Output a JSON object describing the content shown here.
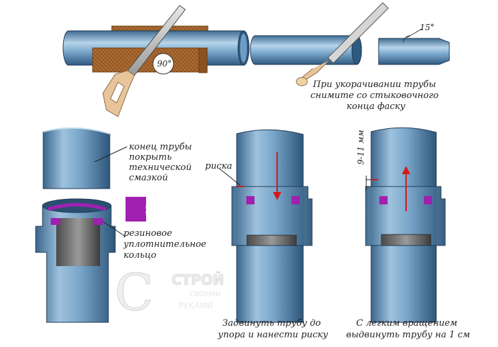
{
  "labels": {
    "angle_saw": "90°",
    "angle_chamfer": "15°",
    "chamfer_note": [
      "При укорачивании трубы",
      "снимите со стыковочного",
      "конца фаску"
    ],
    "grease_note": [
      "конец трубы",
      "покрыть",
      "технической",
      "смазкой"
    ],
    "ring_note": [
      "резиновое",
      "уплотнительное",
      "кольцо"
    ],
    "mark": "риска",
    "gap": "9-11 мм",
    "step3_caption": [
      "Задвинуть трубу до",
      "упора и нанести риску"
    ],
    "step4_caption": [
      "С легким вращением",
      "выдвинуть трубу на 1 см"
    ]
  },
  "watermark": {
    "brand_letter": "С",
    "line1": "СТРОЙ",
    "line2": "своими",
    "line3": "РУКАМИ"
  },
  "colors": {
    "pipe_dark": "#3f6c92",
    "pipe_mid": "#6a9ac2",
    "pipe_light": "#b7d4ea",
    "wood": "#a8692f",
    "wood_edge": "#6b3f18",
    "ring": "#a020b0",
    "arrow": "#d41818"
  }
}
